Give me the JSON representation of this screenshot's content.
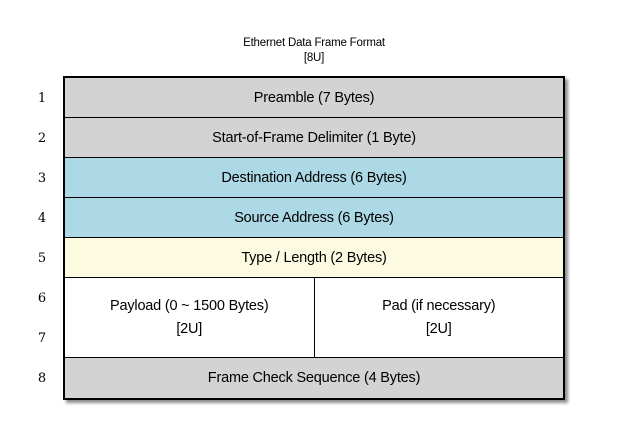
{
  "colors": {
    "gray": "#d3d3d3",
    "blue": "#add8e6",
    "yellow": "#fcfbe2",
    "white": "#ffffff"
  },
  "header": {
    "title": "Ethernet Data Frame Format",
    "subtitle": "[8U]"
  },
  "row_numbers": [
    "1",
    "2",
    "3",
    "4",
    "5",
    "6",
    "7",
    "8"
  ],
  "frame": {
    "preamble": "Preamble (7 Bytes)",
    "sfd": "Start-of-Frame Delimiter (1 Byte)",
    "destination": "Destination Address (6 Bytes)",
    "source": "Source Address (6 Bytes)",
    "type_length": "Type / Length (2 Bytes)",
    "payload": "Payload (0 ~ 1500 Bytes)",
    "payload_tag": "[2U]",
    "pad": "Pad (if necessary)",
    "pad_tag": "[2U]",
    "fcs": "Frame Check Sequence (4 Bytes)"
  }
}
